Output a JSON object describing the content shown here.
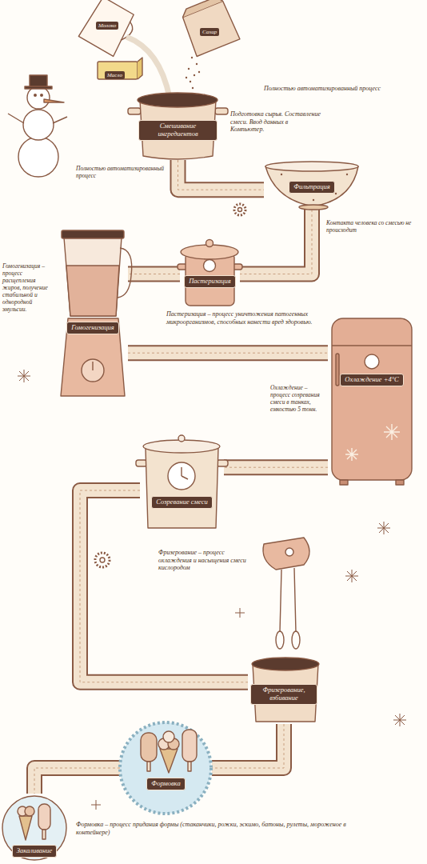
{
  "diagram": {
    "nodes": [
      {
        "text": [
          "Смешивание ингредиентов"
        ]
      },
      {
        "text": [
          "Фильтрация"
        ]
      },
      {
        "text": [
          "Пастеризация"
        ]
      },
      {
        "text": [
          "Гомогенизация"
        ]
      },
      {
        "text": [
          "Охлаждение +4°C"
        ]
      },
      {
        "text": [
          "Созревание смеси"
        ]
      },
      {
        "text": [
          "Фризерование, взбивание"
        ]
      },
      {
        "text": [
          "Формовка"
        ]
      },
      {
        "text": [
          "Закаливание"
        ]
      }
    ],
    "edges": [
      {
        "from": 0,
        "to": 1,
        "arrow": "none"
      },
      {
        "from": 1,
        "to": 2,
        "arrow": "none"
      },
      {
        "from": 2,
        "to": 3,
        "arrow": "none"
      },
      {
        "from": 3,
        "to": 4,
        "arrow": "none"
      },
      {
        "from": 4,
        "to": 5,
        "arrow": "none"
      },
      {
        "from": 5,
        "to": 6,
        "arrow": "none"
      },
      {
        "from": 6,
        "to": 7,
        "arrow": "none"
      },
      {
        "from": 7,
        "to": 8,
        "arrow": "none"
      }
    ],
    "labels": [
      "Молоко",
      "Сахар",
      "Масло",
      "Полностью автоматизированный процесс",
      "Подготовка сырья. Составление смеси. Ввод данных в Компьютер.",
      "Полностью автоматизированный процесс",
      "Контакта человека со смесью не происходит",
      "Гомогенизация – процесс расщепления жиров, получение стабильной и однородной эмульсии.",
      "Пастеризация – процесс уничтожения патогенных микроорганизмов, способных нанести вред здоровью.",
      "Охлаждение – процесс созревания смеси в танках, емкостью 5 тонн.",
      "Фризерование – процесс охлаждения и насыщения смеси кислородом",
      "Формовка – процесс придания формы (стаканчики, рожки, эскимо, батоны, рулеты, мороженое в контейнере)"
    ]
  }
}
